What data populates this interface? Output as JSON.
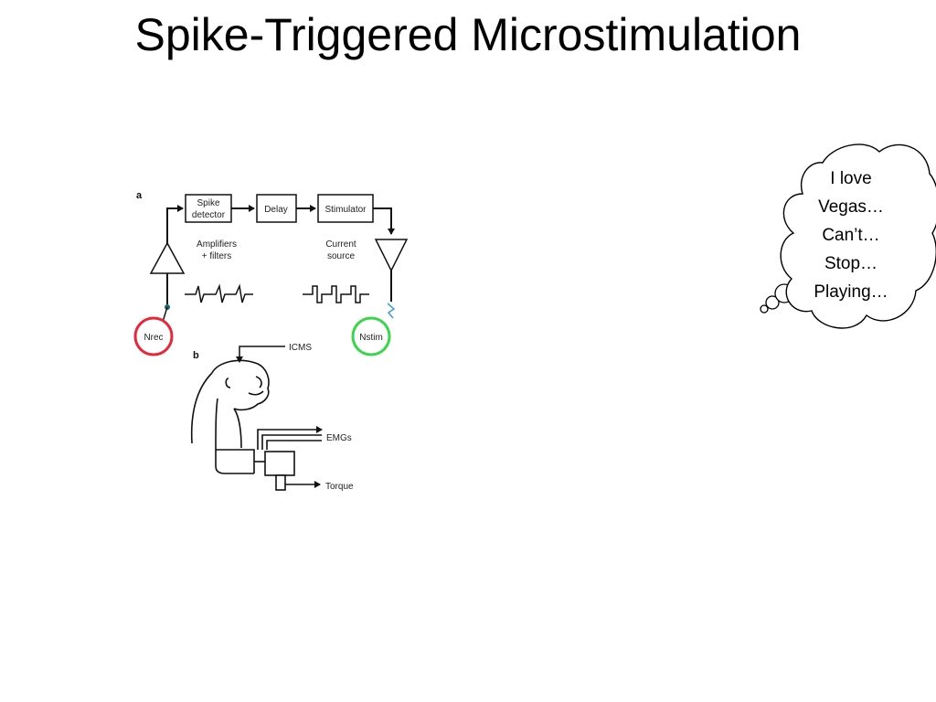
{
  "title": "Spike-Triggered Microstimulation",
  "diagram": {
    "panel_a": "a",
    "panel_b": "b",
    "spike_detector": [
      "Spike",
      "detector"
    ],
    "delay": "Delay",
    "stimulator": "Stimulator",
    "amplifiers": [
      "Amplifiers",
      "+ filters"
    ],
    "current_source": [
      "Current",
      "source"
    ],
    "nrec": "Nrec",
    "nstim": "Nstim",
    "icms": "ICMS",
    "emgs": "EMGs",
    "torque": "Torque",
    "colors": {
      "nrec": "#e8283a",
      "nstim": "#3ad64a",
      "line": "#111111"
    }
  },
  "thought_bubble": {
    "lines": [
      "I love",
      "Vegas…",
      "Can’t…",
      "Stop…",
      "Playing…"
    ]
  }
}
